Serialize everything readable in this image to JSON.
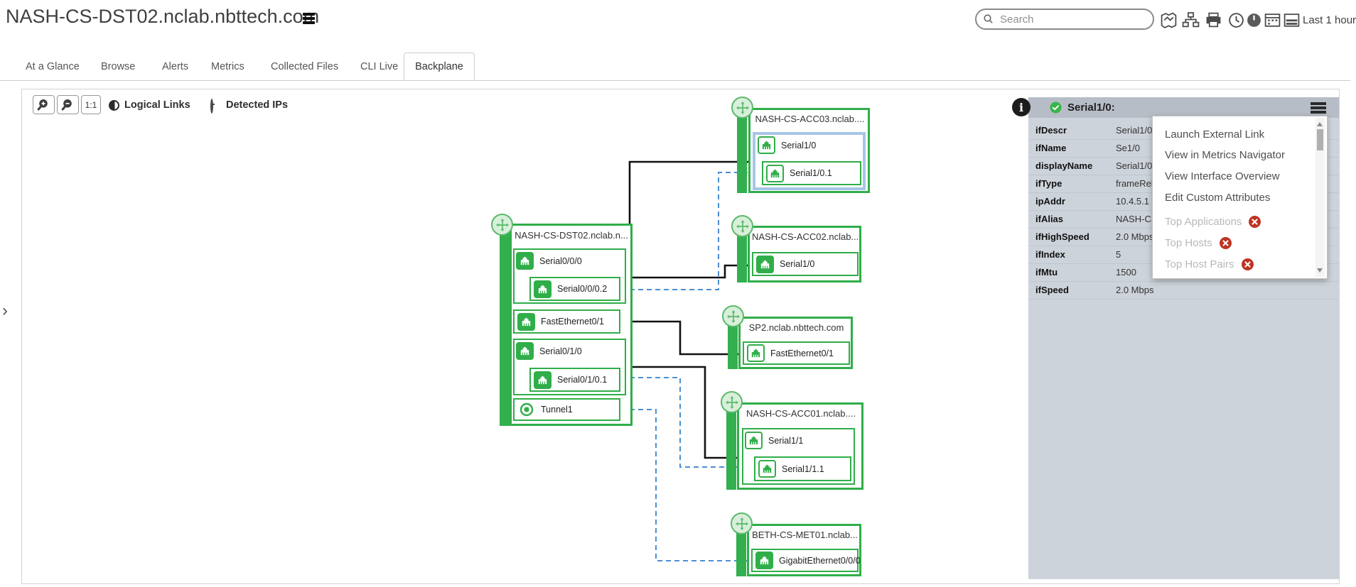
{
  "header": {
    "title": "NASH-CS-DST02.nclab.nbttech.com",
    "time_range": "Last 1 hour",
    "search": {
      "placeholder": "Search"
    },
    "icons": [
      "map-icon",
      "sitemap-icon",
      "printer-icon",
      "clock-icon",
      "status-clock-icon",
      "calendar-grid-icon",
      "calendar-strip-icon"
    ]
  },
  "tabs": {
    "items": [
      {
        "label": "At a Glance",
        "active": false
      },
      {
        "label": "Browse",
        "active": false
      },
      {
        "label": "Alerts",
        "active": false
      },
      {
        "label": "Metrics",
        "active": false
      },
      {
        "label": "Collected Files",
        "active": false
      },
      {
        "label": "CLI Live",
        "active": false
      },
      {
        "label": "Backplane",
        "active": true
      }
    ]
  },
  "toolbar": {
    "zoom_in_icon": "magnifier-plus",
    "zoom_out_icon": "magnifier-minus",
    "actual_size_label": "1:1",
    "logical_links_label": "Logical Links",
    "detected_ips_label": "Detected IPs"
  },
  "diagram": {
    "nodes": {
      "acc03": {
        "title": "NASH-CS-ACC03.nclab....",
        "if1": "Serial1/0",
        "if1sub": "Serial1/0.1",
        "selected": "Serial1/0"
      },
      "dst02": {
        "title": "NASH-CS-DST02.nclab.n...",
        "if1": "Serial0/0/0",
        "if1sub": "Serial0/0/0.2",
        "if2": "FastEthernet0/1",
        "if3": "Serial0/1/0",
        "if3sub": "Serial0/1/0.1",
        "if4": "Tunnel1"
      },
      "acc02": {
        "title": "NASH-CS-ACC02.nclab...",
        "if1": "Serial1/0"
      },
      "sp2": {
        "title": "SP2.nclab.nbttech.com",
        "if1": "FastEthernet0/1"
      },
      "acc01": {
        "title": "NASH-CS-ACC01.nclab....",
        "if1": "Serial1/1",
        "if1sub": "Serial1/1.1"
      },
      "beth": {
        "title": "BETH-CS-MET01.nclab...",
        "if1": "GigabitEthernet0/0/0"
      }
    },
    "links": [
      {
        "from": "NASH-CS-DST02 Serial0/0/0",
        "to": "NASH-CS-ACC03 Serial1/0",
        "type": "physical"
      },
      {
        "from": "NASH-CS-DST02 Serial0/0/0",
        "to": "NASH-CS-ACC02 Serial1/0",
        "type": "physical"
      },
      {
        "from": "NASH-CS-DST02 Serial0/0/0.2",
        "to": "NASH-CS-ACC03 Serial1/0.1",
        "type": "logical"
      },
      {
        "from": "NASH-CS-DST02 FastEthernet0/1",
        "to": "SP2 FastEthernet0/1",
        "type": "physical"
      },
      {
        "from": "NASH-CS-DST02 Serial0/1/0",
        "to": "NASH-CS-ACC01 Serial1/1",
        "type": "physical"
      },
      {
        "from": "NASH-CS-DST02 Serial0/1/0.1",
        "to": "NASH-CS-ACC01 Serial1/1.1",
        "type": "logical"
      },
      {
        "from": "NASH-CS-DST02 Tunnel1",
        "to": "BETH-CS-MET01 GigabitEthernet0/0/0",
        "type": "logical"
      }
    ]
  },
  "panel": {
    "title": "Serial1/0:",
    "attributes": [
      {
        "name": "ifDescr",
        "value": "Serial1/0"
      },
      {
        "name": "ifName",
        "value": "Se1/0"
      },
      {
        "name": "displayName",
        "value": "Serial1/0"
      },
      {
        "name": "ifType",
        "value": "frameRel"
      },
      {
        "name": "ipAddr",
        "value": "10.4.5.1"
      },
      {
        "name": "ifAlias",
        "value": "NASH-CS"
      },
      {
        "name": "ifHighSpeed",
        "value": "2.0 Mbps"
      },
      {
        "name": "ifIndex",
        "value": "5"
      },
      {
        "name": "ifMtu",
        "value": "1500"
      },
      {
        "name": "ifSpeed",
        "value": "2.0 Mbps"
      }
    ]
  },
  "context_menu": {
    "items": [
      {
        "label": "Launch External Link",
        "enabled": true
      },
      {
        "label": "View in Metrics Navigator",
        "enabled": true
      },
      {
        "label": "View Interface Overview",
        "enabled": true
      },
      {
        "label": "Edit Custom Attributes",
        "enabled": true
      },
      {
        "label": "Top Applications",
        "enabled": false
      },
      {
        "label": "Top Hosts",
        "enabled": false
      },
      {
        "label": "Top Host Pairs",
        "enabled": false
      }
    ]
  },
  "colors": {
    "node_green": "#2fae49",
    "link_physical": "#111111",
    "link_logical": "#4a8fd3",
    "selection_blue": "#a6c6e7",
    "panel_bg": "#cdd3da",
    "panel_header_bg": "#b6bdc6",
    "disabled_badge_red": "#bf3322"
  }
}
